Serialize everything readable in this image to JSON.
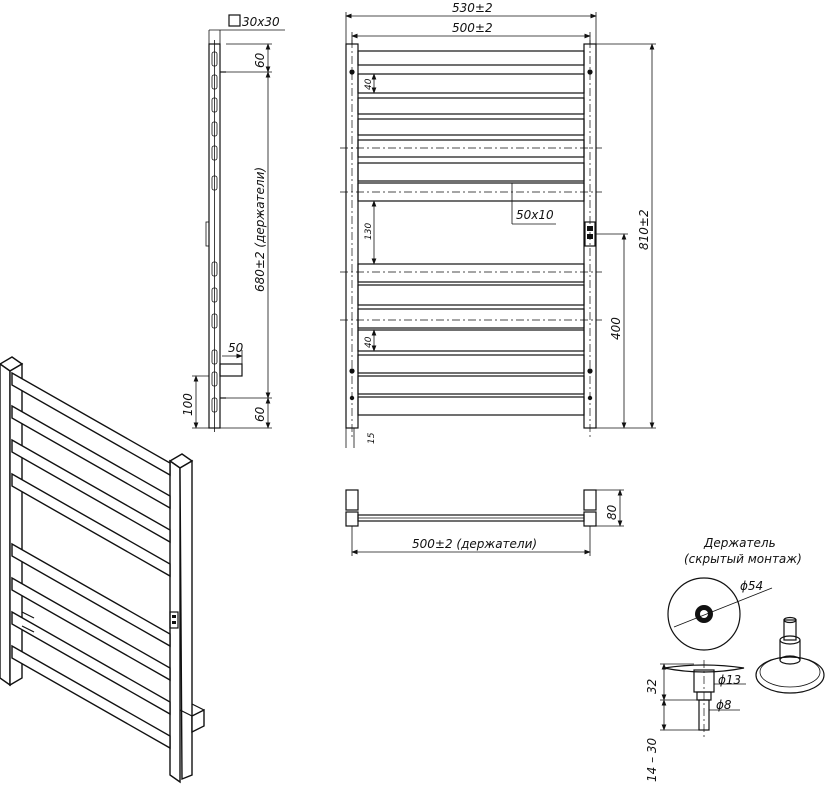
{
  "side_view": {
    "profile_label": "30x30",
    "dim_top": "60",
    "dim_holders": "680±2 (держатели)",
    "dim_offset": "50",
    "dim_bottom_left": "100",
    "dim_bottom": "60"
  },
  "front_view": {
    "dim_overall_width": "530±2",
    "dim_inner_width": "500±2",
    "dim_gap_top": "40",
    "dim_bar": "50x10",
    "dim_gap_mid": "130",
    "dim_overall_height": "810±2",
    "dim_connection": "400",
    "dim_gap_low": "40",
    "dim_bottom": "15"
  },
  "top_view": {
    "dim_depth": "80",
    "dim_holders_width": "500±2 (держатели)"
  },
  "holder_detail": {
    "title": "Держатель",
    "subtitle": "(скрытый монтаж)",
    "dim_flange": "ϕ54",
    "dim_stem": "ϕ13",
    "dim_pin": "ϕ8",
    "dim_height": "32",
    "dim_wall": "14 – 30"
  }
}
